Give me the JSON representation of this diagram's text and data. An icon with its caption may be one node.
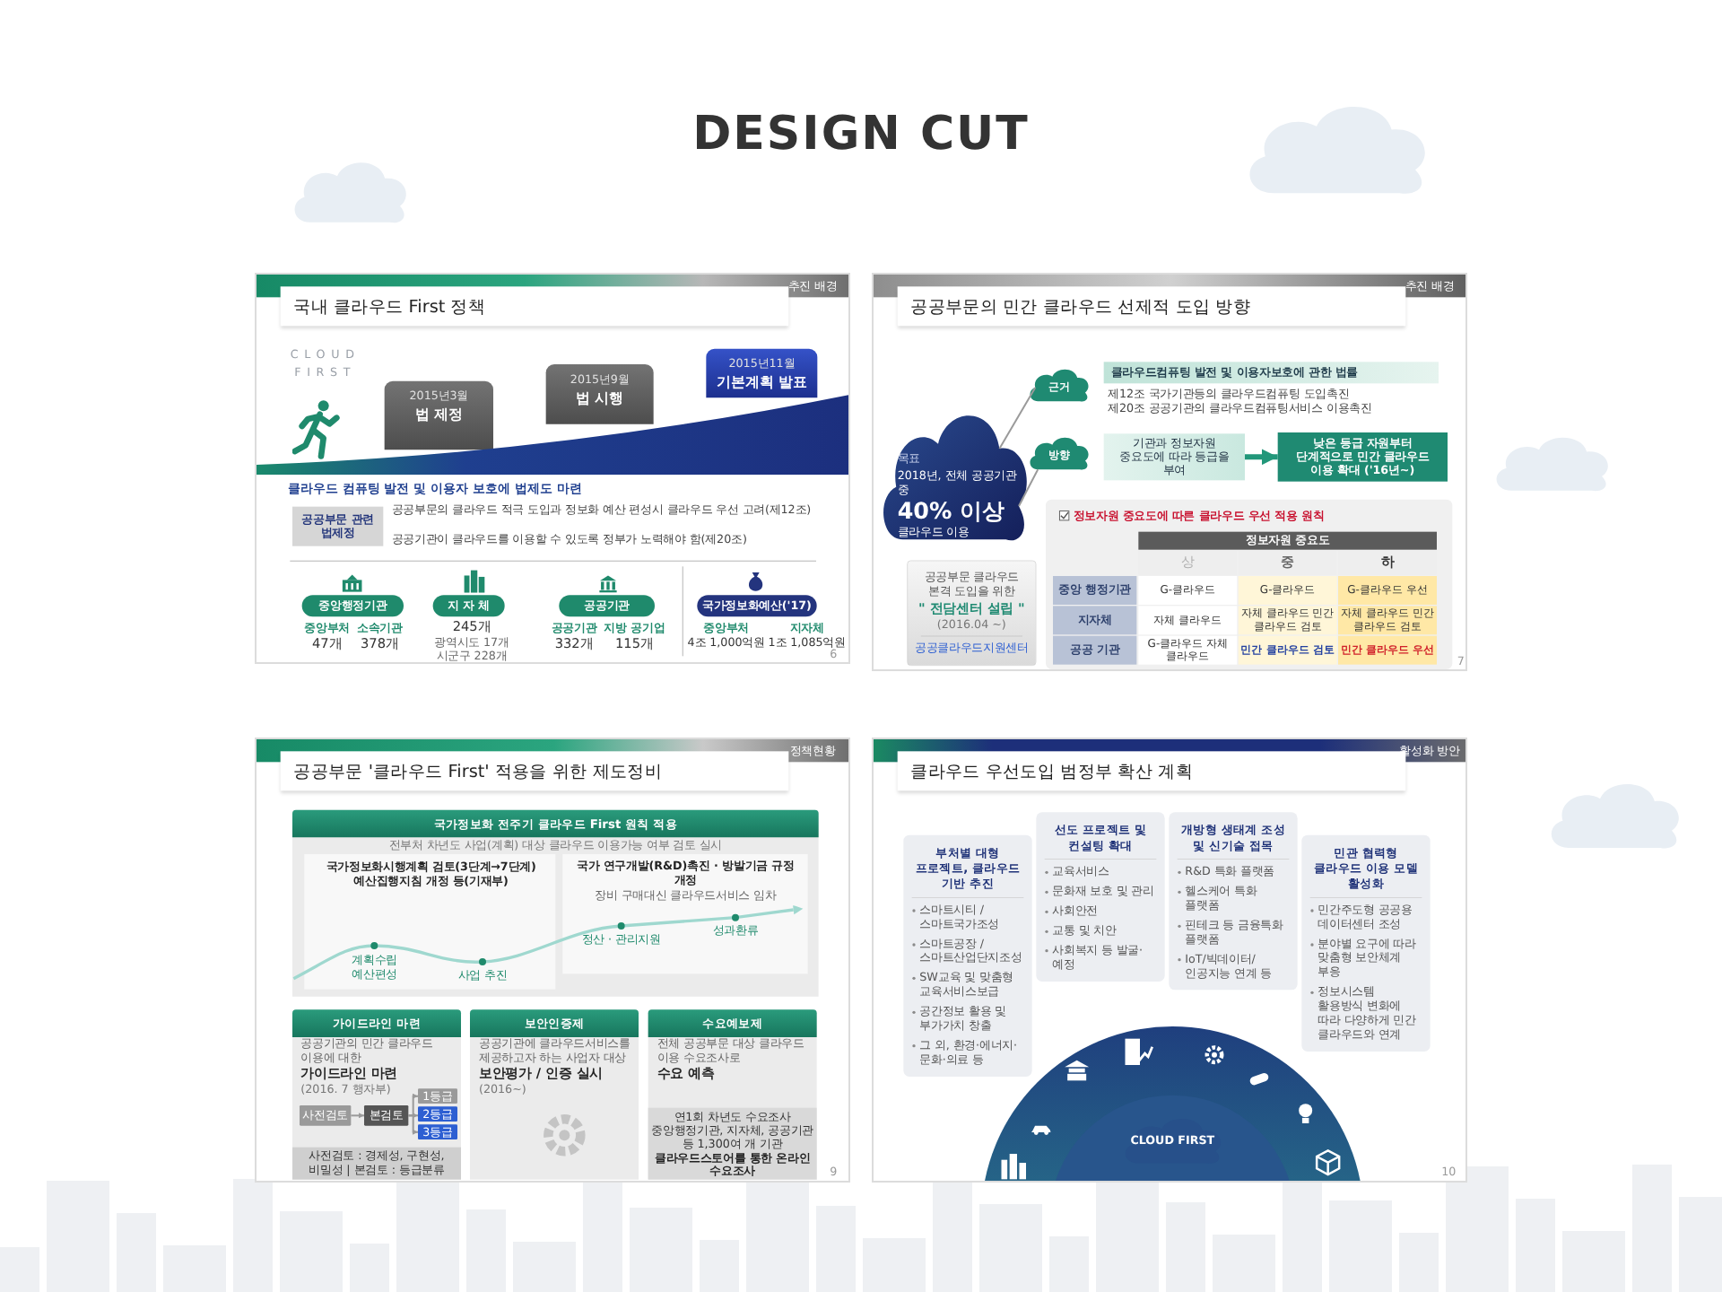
{
  "diagram": {
    "title": "DESIGN CUT",
    "nodes": [
      {
        "text": [
          "국내 클라우드 First 정책",
          "추진 배경"
        ]
      },
      {
        "text": [
          "2015년3월",
          "법 제정"
        ],
        "in": 0
      },
      {
        "text": [
          "2015년9월",
          "법 시행"
        ],
        "in": 0
      },
      {
        "text": [
          "2015년11월",
          "기본계획 발표"
        ],
        "in": 0
      },
      {
        "text": [
          "공공부문 관련 법제정"
        ],
        "in": 0
      },
      {
        "text": [
          "중앙행정기관"
        ],
        "in": 0
      },
      {
        "text": [
          "지 자 체"
        ],
        "in": 0
      },
      {
        "text": [
          "공공기관"
        ],
        "in": 0
      },
      {
        "text": [
          "국가정보화예산('17)"
        ],
        "in": 0
      },
      {
        "text": [
          "공공부문의 민간 클라우드 선제적 도입 방향",
          "추진 배경"
        ]
      },
      {
        "text": [
          "목표",
          "2018년, 전체 공공기관 중",
          "40% 이상",
          "클라우드 이용"
        ],
        "in": 9
      },
      {
        "text": [
          "근거"
        ],
        "in": 9
      },
      {
        "text": [
          "방향"
        ],
        "in": 9
      },
      {
        "text": [
          "클라우드컴퓨팅 발전 및 이용자보호에 관한 법률"
        ],
        "in": 9
      },
      {
        "text": [
          "기관과 정보자원 중요도에 따라 등급을 부여"
        ],
        "in": 9
      },
      {
        "text": [
          "낮은 등급 자원부터 단계적으로 민간 클라우드 이용 확대 ('16년~)"
        ],
        "in": 9
      },
      {
        "text": [
          "공공부문 클라우드 본격 도입을 위한",
          "\" 전담센터 설립 \"",
          "(2016.04 ~)",
          "공공클라우드지원센터"
        ],
        "in": 9
      },
      {
        "text": [
          "정보자원 중요도에 따른 클라우드 우선 적용 원칙"
        ],
        "in": 9
      },
      {
        "text": [
          "공공부문 '클라우드 First' 적용을 위한 제도정비",
          "정책현황"
        ]
      },
      {
        "text": [
          "국가정보화 전주기 클라우드 First 원칙 적용"
        ],
        "in": 18
      },
      {
        "text": [
          "가이드라인 마련"
        ],
        "in": 18
      },
      {
        "text": [
          "사전검토"
        ],
        "in": 20
      },
      {
        "text": [
          "본검토"
        ],
        "in": 20
      },
      {
        "text": [
          "1등급"
        ],
        "in": 20
      },
      {
        "text": [
          "2등급"
        ],
        "in": 20
      },
      {
        "text": [
          "3등급"
        ],
        "in": 20
      },
      {
        "text": [
          "보안인증제"
        ],
        "in": 18
      },
      {
        "text": [
          "수요예보제"
        ],
        "in": 18
      },
      {
        "text": [
          "클라우드 우선도입 범정부 확산 계획",
          "활성화 방안"
        ]
      },
      {
        "text": [
          "부처별 대형 프로젝트, 클라우드 기반 추진",
          "스마트시티 / 스마트국가조성",
          "스마트공장 / 스마트산업단지조성",
          "SW교육 및 맞춤형 교육서비스보급",
          "공간정보 활용 및 부가가치 창출",
          "그 외, 환경·에너지·문화·의료 등"
        ],
        "in": 28
      },
      {
        "text": [
          "선도 프로젝트 및 컨설팅 확대",
          "교육서비스",
          "문화재 보호 및 관리",
          "사회안전",
          "교통 및 치안",
          "사회복지 등 발굴·예정"
        ],
        "in": 28
      },
      {
        "text": [
          "개방형 생태계 조성 및 신기술 접목",
          "R&D 특화 플랫폼",
          "헬스케어 특화 플랫폼",
          "핀테크 등 금융특화 플랫폼",
          "IoT/빅데이터/인공지능 연계 등"
        ],
        "in": 28
      },
      {
        "text": [
          "민관 협력형 클라우드 이용 모델 활성화",
          "민간주도형 공공용 데이터센터 조성",
          "분야별 요구에 따라 맞춤형 보안체계 부응",
          "정보시스템 활용방식 변화에 따라 다양하게 민간 클라우드와 연계"
        ],
        "in": 28
      },
      {
        "text": [
          "CLOUD FIRST"
        ],
        "in": 28
      }
    ],
    "edges": [
      {
        "from": 10,
        "to": 11,
        "arrow": "none"
      },
      {
        "from": 10,
        "to": 12,
        "arrow": "none"
      },
      {
        "from": 14,
        "to": 15,
        "arrow": "to",
        "style": "thick",
        "color": "#22977a"
      },
      {
        "from": 21,
        "to": 22,
        "arrow": "to"
      },
      {
        "from": 22,
        "to": 23,
        "arrow": "to"
      },
      {
        "from": 22,
        "to": 24,
        "arrow": "to"
      },
      {
        "from": 22,
        "to": 25,
        "arrow": "to"
      }
    ],
    "labels": [
      "CLOUD FIRST",
      "클라우드 컴퓨팅 발전 및 이용자 보호에 법제도 마련",
      "공공부문의 클라우드 적극 도입과 정보화 예산 편성시 클라우드 우선 고려(제12조)",
      "공공기관이 클라우드를 이용할 수 있도록 정부가 노력해야 함(제20조)",
      "중앙부처",
      "47개",
      "소속기관",
      "378개",
      "245개",
      "광역시도 17개",
      "시군구 228개",
      "공공기관",
      "332개",
      "지방 공기업",
      "115개",
      "중앙부처",
      "4조 1,000억원",
      "지자체",
      "1조 1,085억원",
      "6",
      "제12조 국가기관등의 클라우드컴퓨팅 도입촉진",
      "제20조 공공기관의 클라우드컴퓨팅서비스 이용촉진",
      "정보자원 중요도",
      "상",
      "중",
      "하",
      "중앙 행정기관",
      "G-클라우드",
      "G-클라우드",
      "G-클라우드 우선",
      "지자체",
      "자체 클라우드",
      "자체 클라우드 민간 클라우드 검토",
      "자체 클라우드 민간 클라우드 검토",
      "공공 기관",
      "G-클라우드 자체 클라우드",
      "민간 클라우드 검토",
      "민간 클라우드 우선",
      "7",
      "전부처 차년도 사업(계획) 대상 클라우드 이용가능 여부 검토 실시",
      "국가정보화시행계획 검토(3단계→7단계) 예산집행지침 개정 등(기재부)",
      "국가 연구개발(R&D)촉진 · 방발기금 규정 개정",
      "장비 구매대신 클라우드서비스 임차",
      "계획수립 예산편성",
      "사업 추진",
      "정산 · 관리지원",
      "성과환류",
      "공공기관의 민간 클라우드 이용에 대한",
      "가이드라인 마련",
      "(2016. 7 행자부)",
      "사전검토 : 경제성, 구현성, 비밀성 | 본검토 : 등급분류",
      "공공기관에 클라우드서비스를 제공하고자 하는 사업자 대상",
      "보안평가 / 인증 실시",
      "(2016~)",
      "전체 공공부문 대상 클라우드 이용 수요조사로",
      "수요 예측",
      "연1회 차년도 수요조사",
      "중앙행정기관, 지자체, 공공기관 등 1,300여 개 기관",
      "클라우드스토어를 통한 온라인 수요조사",
      "9",
      "10"
    ]
  }
}
